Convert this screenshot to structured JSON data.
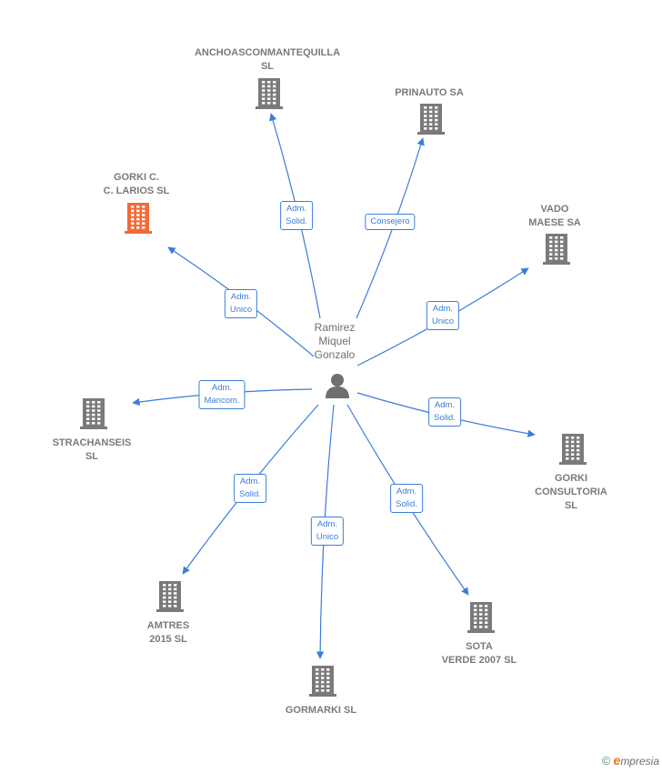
{
  "center": {
    "name": "Ramirez\nMiquel\nGonzalo",
    "icon": "person-icon"
  },
  "colors": {
    "edge": "#3b7dd8",
    "building": "#7a7a7a",
    "highlight": "#f26b35"
  },
  "companies": [
    {
      "id": "anchoas",
      "label": "ANCHOASCONMANTEQUILLA\nSL",
      "role": "Adm.\nSolid.",
      "highlight": false
    },
    {
      "id": "prinauto",
      "label": "PRINAUTO SA",
      "role": "Consejero",
      "highlight": false
    },
    {
      "id": "gorki-larios",
      "label": "GORKI C.\nC. LARIOS  SL",
      "role": "Adm.\nUnico",
      "highlight": true
    },
    {
      "id": "vado",
      "label": "VADO\nMAESE SA",
      "role": "Adm.\nUnico",
      "highlight": false
    },
    {
      "id": "strachanseis",
      "label": "STRACHANSEIS\nSL",
      "role": "Adm.\nMancom.",
      "highlight": false
    },
    {
      "id": "gorki-consultoria",
      "label": "GORKI\nCONSULTORIA\nSL",
      "role": "Adm.\nSolid.",
      "highlight": false
    },
    {
      "id": "amtres",
      "label": "AMTRES\n2015  SL",
      "role": "Adm.\nSolid.",
      "highlight": false
    },
    {
      "id": "gormarki",
      "label": "GORMARKI  SL",
      "role": "Adm.\nUnico",
      "highlight": false
    },
    {
      "id": "sota",
      "label": "SOTA\nVERDE 2007 SL",
      "role": "Adm.\nSolid.",
      "highlight": false
    }
  ],
  "brand": {
    "copyright": "©",
    "initial": "e",
    "rest": "mpresia"
  }
}
